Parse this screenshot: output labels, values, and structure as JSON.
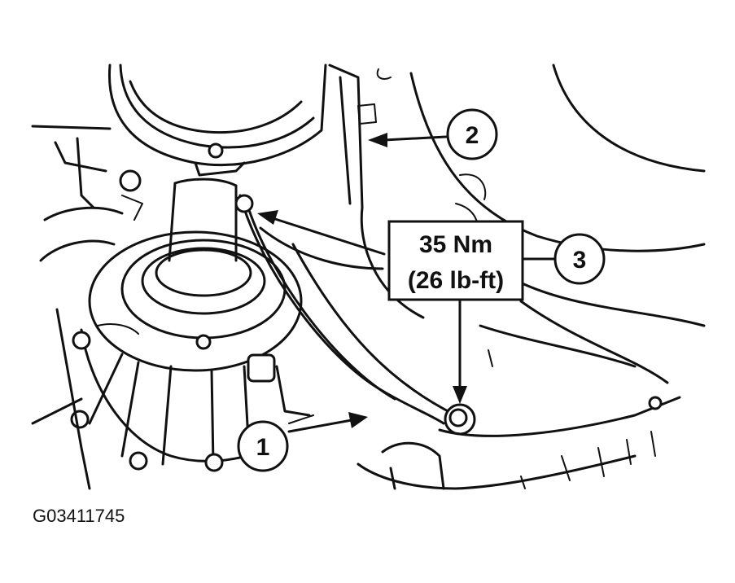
{
  "callouts": [
    {
      "id": "1",
      "label": "1"
    },
    {
      "id": "2",
      "label": "2"
    },
    {
      "id": "3",
      "label": "3"
    }
  ],
  "torque_spec": {
    "metric": "35 Nm",
    "imperial": "(26 lb-ft)"
  },
  "figure_code": "G03411745",
  "colors": {
    "ink": "#111111",
    "background": "#ffffff"
  }
}
